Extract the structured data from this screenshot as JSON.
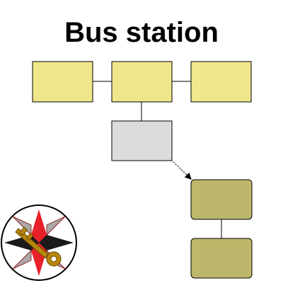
{
  "title": "Bus station",
  "colors": {
    "yellow_box": "#f0e68c",
    "gray_box": "#dcdcdc",
    "olive_box": "#bdb76b",
    "outline": "#000000",
    "badge_red": "#e8202a",
    "badge_black": "#1a1a1a",
    "badge_gray": "#a9a9a9",
    "key_gold": "#b8860b"
  },
  "nodes": [
    {
      "id": "top-left",
      "label": ""
    },
    {
      "id": "top-center",
      "label": ""
    },
    {
      "id": "top-right",
      "label": ""
    },
    {
      "id": "middle",
      "label": ""
    },
    {
      "id": "lower-upper",
      "label": ""
    },
    {
      "id": "lower-lower",
      "label": ""
    }
  ],
  "edges": [
    {
      "from": "top-left",
      "to": "top-center",
      "style": "solid"
    },
    {
      "from": "top-center",
      "to": "top-right",
      "style": "solid"
    },
    {
      "from": "top-center",
      "to": "middle",
      "style": "solid"
    },
    {
      "from": "middle",
      "to": "lower-upper",
      "style": "dotted-arrow"
    },
    {
      "from": "lower-upper",
      "to": "lower-lower",
      "style": "solid"
    }
  ],
  "badge": {
    "icon": "compass-key-icon"
  }
}
